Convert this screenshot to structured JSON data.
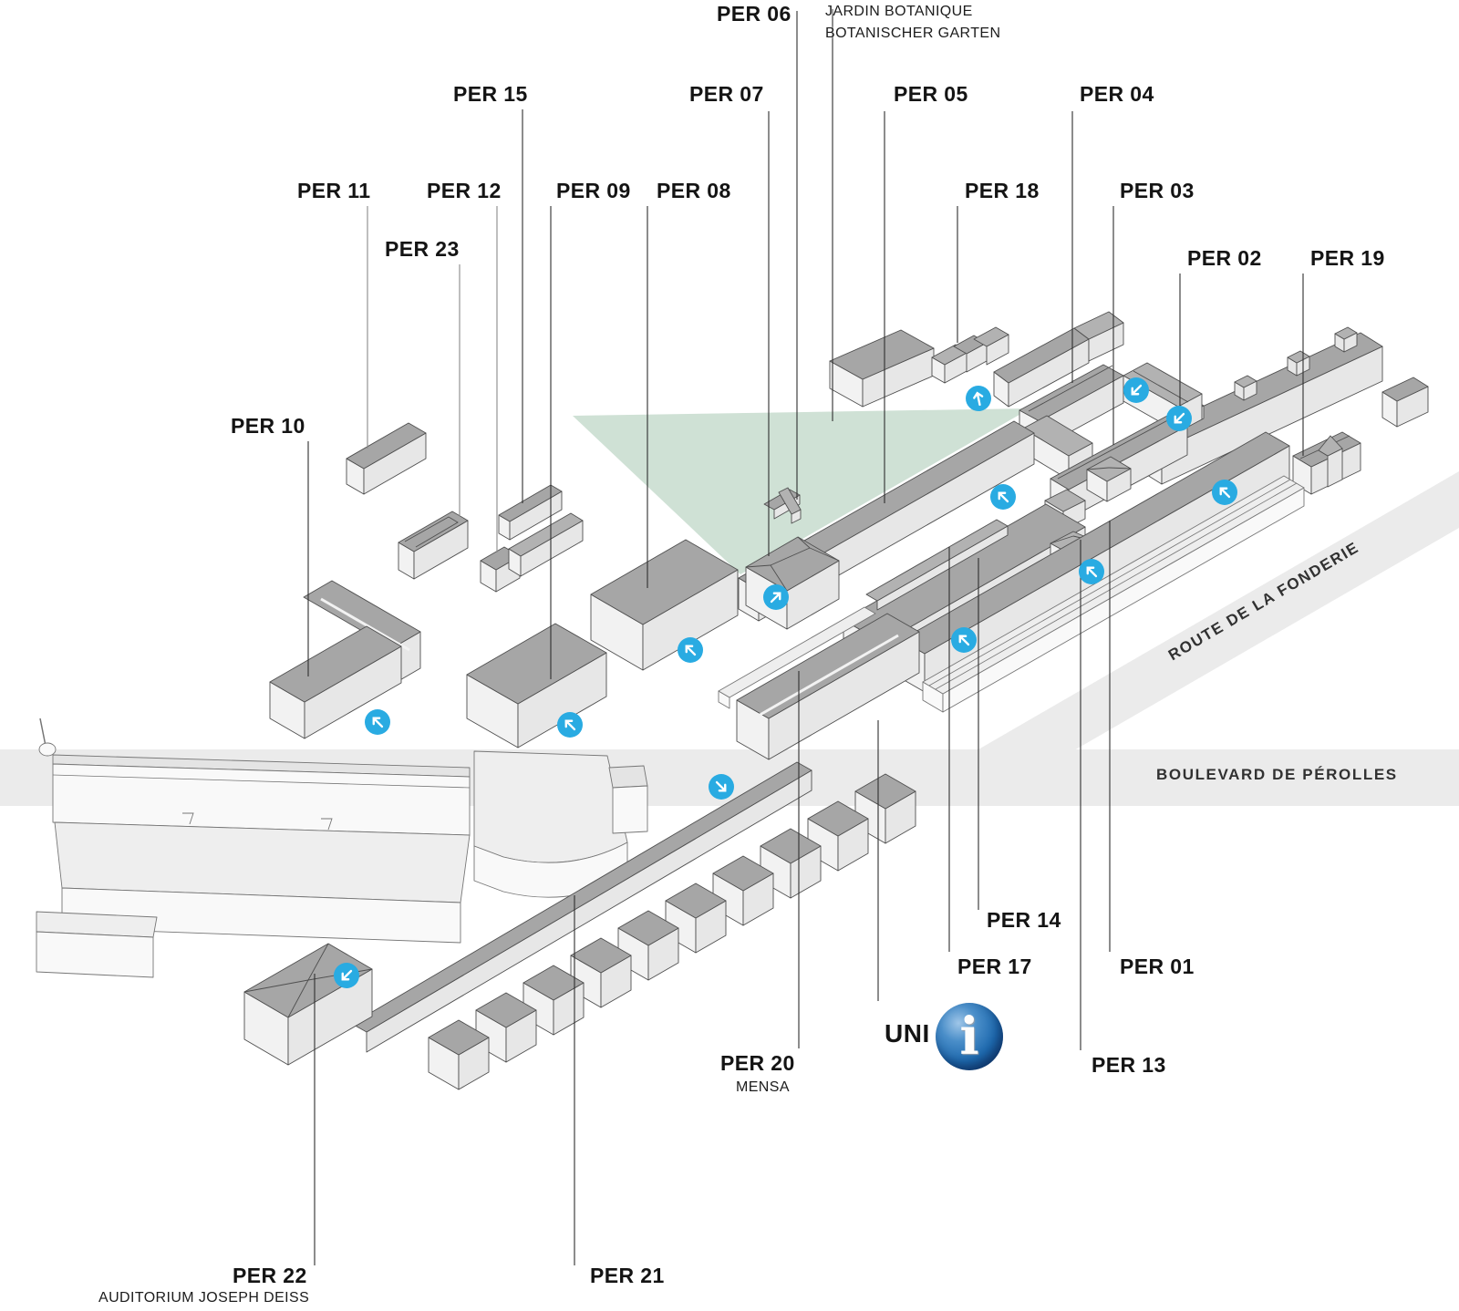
{
  "streets": {
    "fonderie": "ROUTE DE LA FONDERIE",
    "perolles": "BOULEVARD DE PÉROLLES"
  },
  "garden": {
    "line1": "JARDIN BOTANIQUE",
    "line2": "BOTANISCHER GARTEN"
  },
  "labels": {
    "per01": "PER 01",
    "per02": "PER 02",
    "per03": "PER 03",
    "per04": "PER 04",
    "per05": "PER 05",
    "per06": "PER 06",
    "per07": "PER 07",
    "per08": "PER 08",
    "per09": "PER 09",
    "per10": "PER 10",
    "per11": "PER 11",
    "per12": "PER 12",
    "per13": "PER 13",
    "per14": "PER 14",
    "per15": "PER 15",
    "per17": "PER 17",
    "per18": "PER 18",
    "per19": "PER 19",
    "per20": "PER 20",
    "per21": "PER 21",
    "per22": "PER 22",
    "per23": "PER 23"
  },
  "sublabels": {
    "per20": "MENSA",
    "per22": "AUDITORIUM JOSEPH DEISS"
  },
  "logo": {
    "text": "UNI",
    "glyph": "i"
  },
  "colors": {
    "entrance_arrow_blue": "#29abe2",
    "logo_blue": "#1d68ad",
    "garden_green": "#cfe1d5",
    "road_gray": "#ebebeb",
    "roof_gray": "#a6a6a6"
  }
}
